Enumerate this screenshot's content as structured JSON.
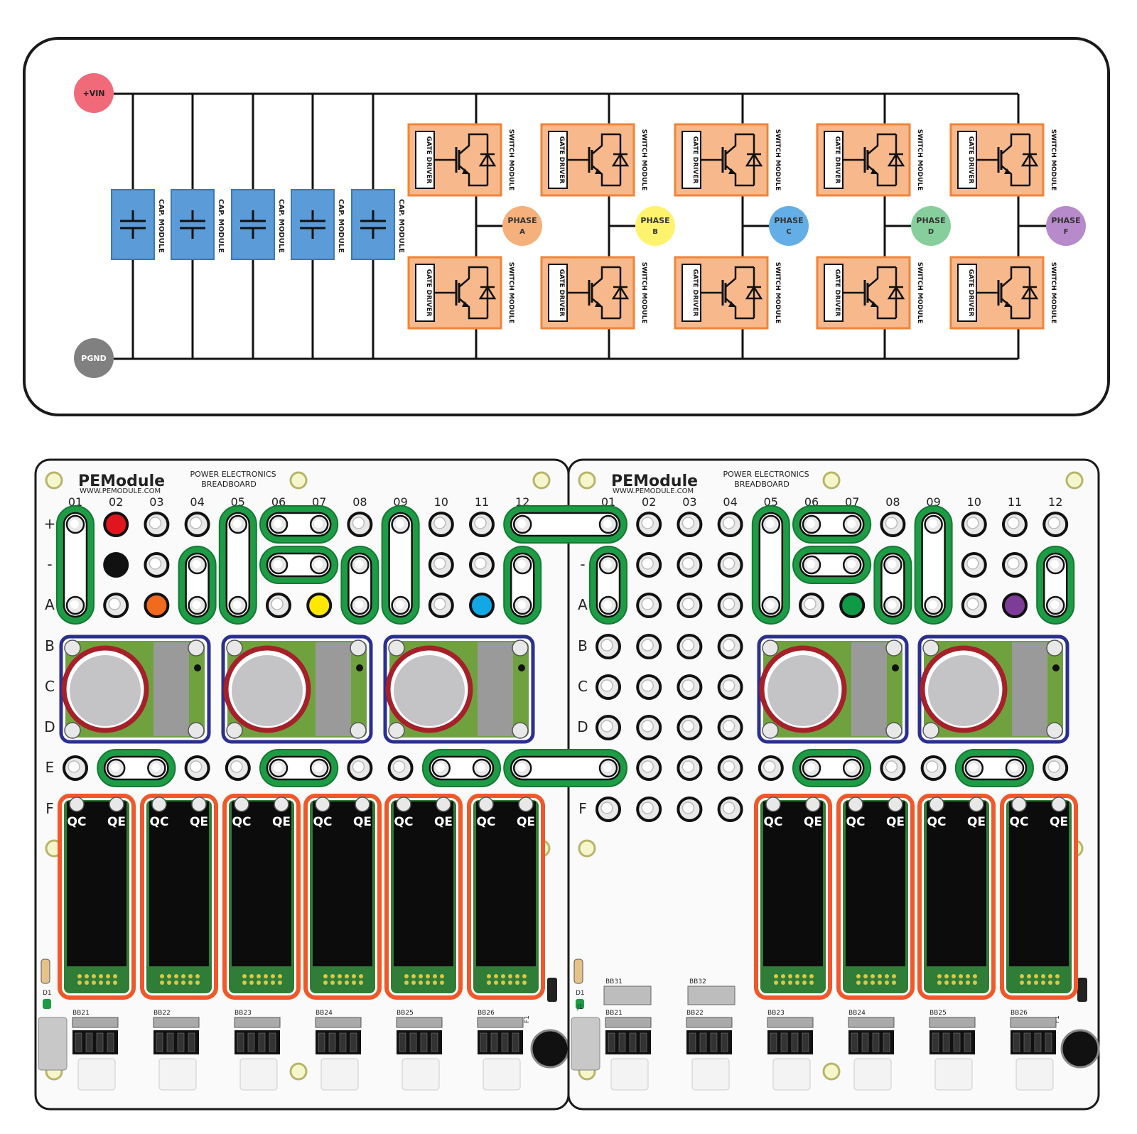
{
  "schematic": {
    "vin_label": "+VIN",
    "pgnd_label": "PGND",
    "cap_module_label": "CAP. MODULE",
    "gate_driver_label": "GATE DRIVER",
    "switch_module_label": "SWITCH MODULE",
    "phase_word": "PHASE",
    "phases": [
      {
        "letter": "A",
        "color": "#F5B07C"
      },
      {
        "letter": "B",
        "color": "#FFF36E"
      },
      {
        "letter": "C",
        "color": "#63AEE6"
      },
      {
        "letter": "D",
        "color": "#86CF9C"
      },
      {
        "letter": "F",
        "color": "#B78ACB"
      }
    ],
    "colors": {
      "vin": "#F06A7A",
      "pgnd": "#808080",
      "cap": "#5B9BD8",
      "switch": "#F7B98B",
      "switch_border": "#F0843A"
    }
  },
  "boards": [
    {
      "logo": "PEModule",
      "website": "WWW.PEMODULE.COM",
      "title_line1": "POWER ELECTRONICS",
      "title_line2": "BREADBOARD",
      "columns": [
        "01",
        "02",
        "03",
        "04",
        "05",
        "06",
        "07",
        "08",
        "09",
        "10",
        "11",
        "12"
      ],
      "rows": [
        "+",
        "-",
        "A",
        "B",
        "C",
        "D",
        "E",
        "F"
      ],
      "module_labels": [
        "QC",
        "QE",
        "QC",
        "QE",
        "QC",
        "QE",
        "QC",
        "QE",
        "QC",
        "QE",
        "QC",
        "QE"
      ],
      "connector_labels": [
        "BB21",
        "BB22",
        "BB23",
        "BB24",
        "BB25",
        "BB26"
      ],
      "component_labels": [
        "D1",
        "F1"
      ]
    },
    {
      "logo": "PEModule",
      "website": "WWW.PEMODULE.COM",
      "title_line1": "POWER ELECTRONICS",
      "title_line2": "BREADBOARD",
      "columns": [
        "01",
        "02",
        "03",
        "04",
        "05",
        "06",
        "07",
        "08",
        "09",
        "10",
        "11",
        "12"
      ],
      "rows": [
        "-",
        "A",
        "B",
        "C",
        "D",
        "F"
      ],
      "module_labels": [
        "QC",
        "QE",
        "QC",
        "QE",
        "QC",
        "QE",
        "QC",
        "QE"
      ],
      "connector_labels": [
        "BB31",
        "BB32",
        "BB21",
        "BB22",
        "BB23",
        "BB24",
        "BB25",
        "BB26"
      ],
      "component_labels": [
        "D1",
        "J1",
        "F1"
      ]
    }
  ],
  "node_colors": {
    "red": "#E0161E",
    "black": "#111111",
    "orange": "#F26A1E",
    "yellow": "#FFE800",
    "blue": "#12A8E6",
    "green": "#0E9A47",
    "purple": "#7C3C98"
  },
  "board_colors": {
    "strip": "#1E9C45",
    "capacitor_frame": "#2B2F8F",
    "module_frame": "#F0582A",
    "cap_ring": "#A6202A"
  }
}
